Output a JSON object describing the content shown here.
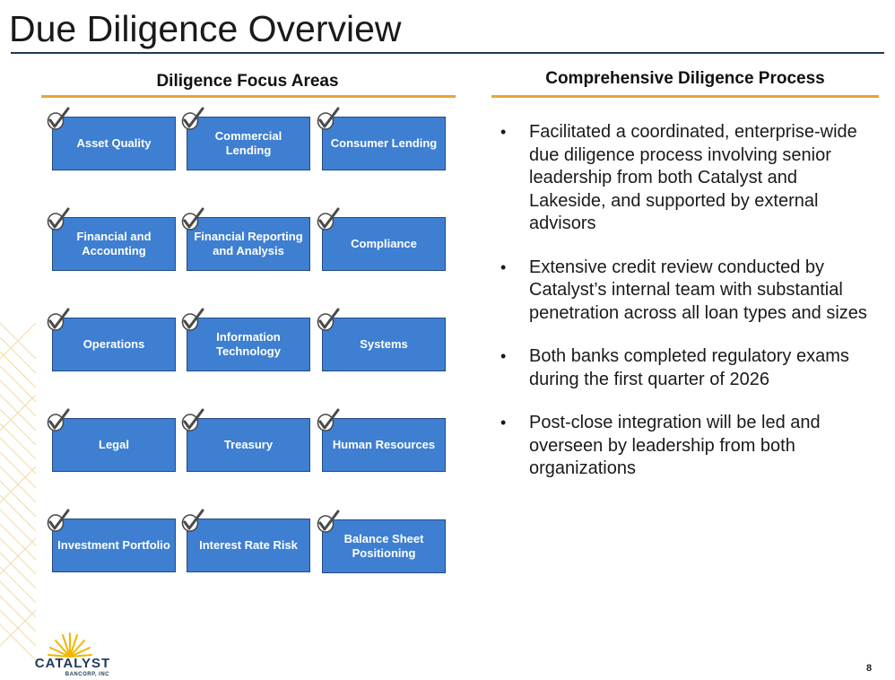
{
  "slide": {
    "title": "Due Diligence Overview",
    "page_number": "8"
  },
  "left_column": {
    "heading": "Diligence Focus Areas",
    "tiles": [
      "Asset Quality",
      "Commercial Lending",
      "Consumer Lending",
      "Financial and Accounting",
      "Financial Reporting and Analysis",
      "Compliance",
      "Operations",
      "Information Technology",
      "Systems",
      "Legal",
      "Treasury",
      "Human Resources",
      "Investment Portfolio",
      "Interest Rate Risk",
      "Balance Sheet Positioning"
    ]
  },
  "right_column": {
    "heading": "Comprehensive Diligence Process",
    "bullet_glyph": "•",
    "bullets": [
      "Facilitated a coordinated, enterprise-wide due diligence process involving senior leadership from both Catalyst and Lakeside, and supported by external advisors",
      "Extensive credit review conducted by Catalyst’s internal team with substantial penetration across all loan types and sizes",
      "Both banks completed regulatory exams during the first quarter of 2026",
      "Post-close integration will be led and overseen by leadership from both organizations"
    ]
  },
  "logo": {
    "name": "CATALYST",
    "sub": "BANCORP, INC"
  },
  "colors": {
    "tile_fill": "#3e7fd1",
    "tile_border": "#244b80",
    "accent_rule": "#e4a734",
    "title_rule": "#1f3a5a",
    "brand_navy": "#1f3a5a",
    "brand_gold": "#f2b600"
  }
}
